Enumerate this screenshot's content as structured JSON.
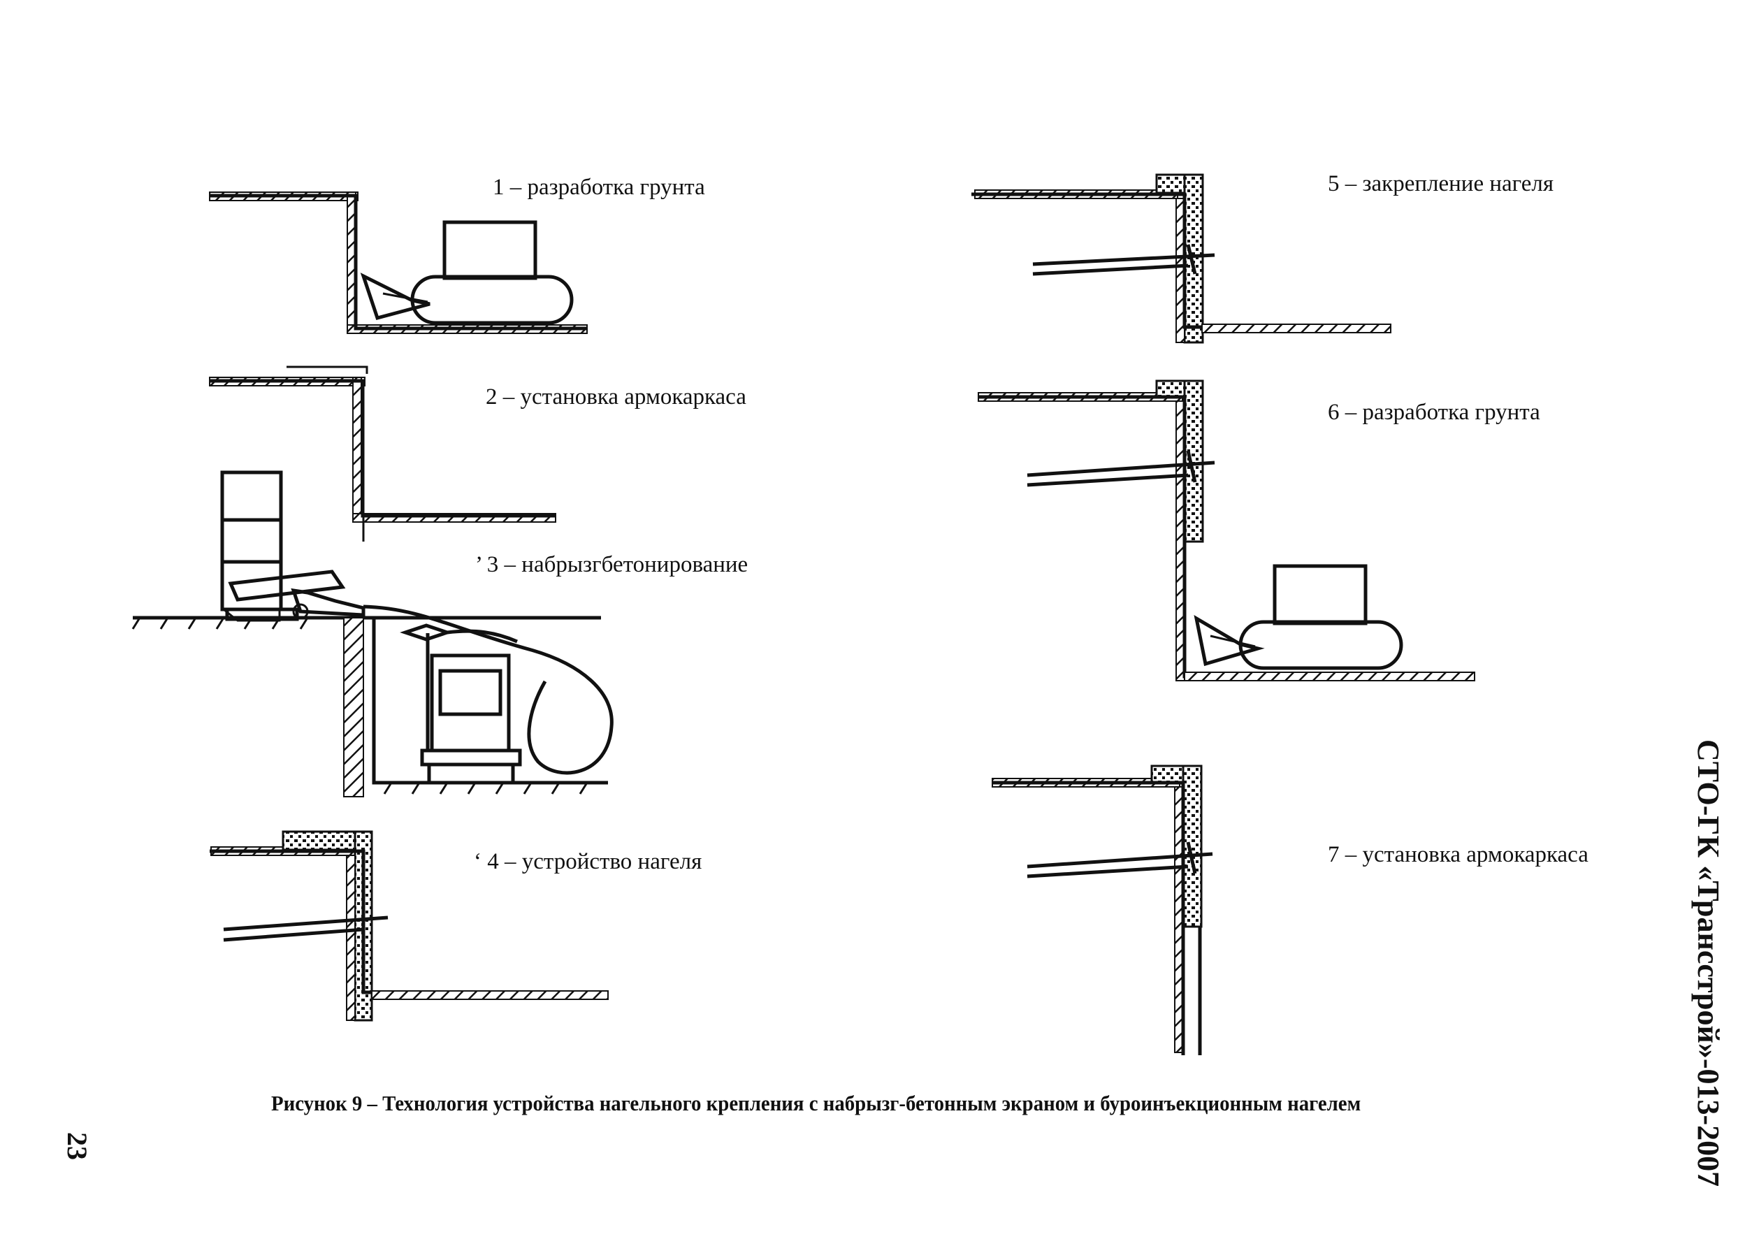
{
  "labels": {
    "step1": "1 – разработка грунта",
    "step2": "2 – установка армокаркаса",
    "step3": "’ 3 – набрызгбетонирование",
    "step4": "‘ 4 – устройство нагеля",
    "step5": "5 – закрепление нагеля",
    "step6": "6 – разработка грунта",
    "step7": "7 – установка армокаркаса"
  },
  "caption": "Рисунок 9 – Технология устройства нагельного крепления с набрызг-бетонным экраном и буроинъекционным нагелем",
  "side_code": "СТО-ГК «Трансстрой»-013-2007",
  "page_number": "23"
}
